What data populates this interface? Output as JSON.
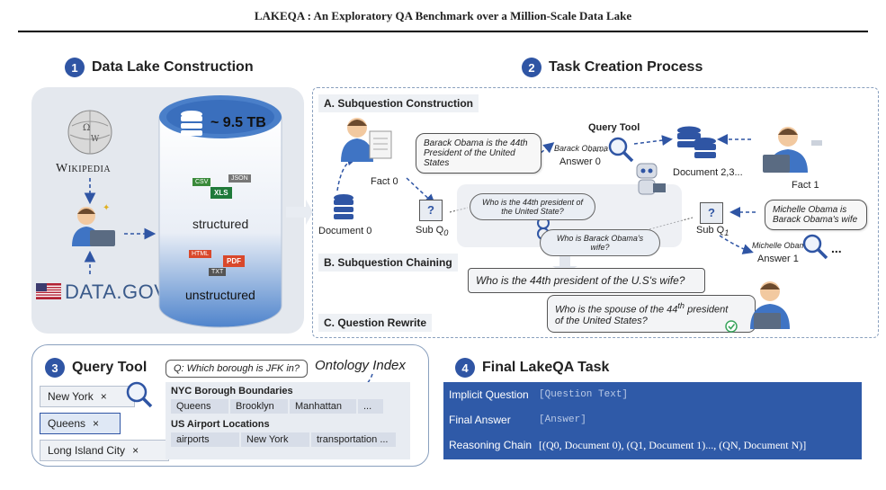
{
  "header": {
    "title": "LAKEQA : An Exploratory QA Benchmark over a Million-Scale Data Lake"
  },
  "sections": {
    "s1": {
      "num": "1",
      "title": "Data Lake Construction"
    },
    "s2": {
      "num": "2",
      "title": "Task Creation Process"
    },
    "s3": {
      "num": "3",
      "title": "Query Tool"
    },
    "s4": {
      "num": "4",
      "title": "Final LakeQA Task"
    }
  },
  "datalake": {
    "wikipedia": "Wikipedia",
    "datagov": "DATA.GOV",
    "size": "~ 9.5 TB",
    "structured": "structured",
    "unstructured": "unstructured",
    "file_types": [
      "CSV",
      "XLS",
      "JSON",
      "HTML",
      "PDF",
      "TXT"
    ]
  },
  "task": {
    "a_label": "A. Subquestion Construction",
    "b_label": "B. Subquestion Chaining",
    "c_label": "C. Question Rewrite",
    "document0": "Document 0",
    "fact0": "Fact 0",
    "fact0_bubble": "Barack Obama is the 44th President of the United States",
    "subq0": "Sub Q",
    "subq0_idx": "0",
    "cloud1": "Who is the 44th president of the United State?",
    "cloud2": "Who is Barack Obama's wife?",
    "answer0_name": "Barack Obama",
    "answer0": "Answer 0",
    "query_tool": "Query Tool",
    "documents23": "Document 2,3...",
    "fact1": "Fact 1",
    "fact1_bubble": "Michelle Obama is Barack Obama's wife",
    "subq1": "Sub Q",
    "subq1_idx": "1",
    "answer1_name": "Michelle Obama",
    "answer1": "Answer 1",
    "ellipsis": "...",
    "chained": "Who is the 44th president of the U.S's wife?",
    "rewritten_a": "Who is the spouse of the 44",
    "rewritten_sup": "th",
    "rewritten_b": " president",
    "rewritten_c": "of the United States?"
  },
  "query_tool": {
    "question": "Q: Which borough is JFK in?",
    "ontology": "Ontology Index",
    "chips": [
      "New York",
      "Queens",
      "Long Island City"
    ],
    "table1_title": "NYC Borough Boundaries",
    "table1_cells": [
      "Queens",
      "Brooklyn",
      "Manhattan",
      "..."
    ],
    "table2_title": "US Airport Locations",
    "table2_cells": [
      "airports",
      "New York",
      "transportation ..."
    ]
  },
  "final_task": {
    "rows": [
      {
        "label": "Implicit Question",
        "value": "[Question Text]"
      },
      {
        "label": "Final Answer",
        "value": "[Answer]"
      },
      {
        "label": "Reasoning Chain",
        "value": "[(Q0, Document 0), (Q1, Document 1)..., (QN, Document N)]"
      }
    ]
  },
  "colors": {
    "accent": "#2f55a4",
    "final_bg": "#2f5aa8",
    "panel_bg": "#e4e8ee"
  }
}
